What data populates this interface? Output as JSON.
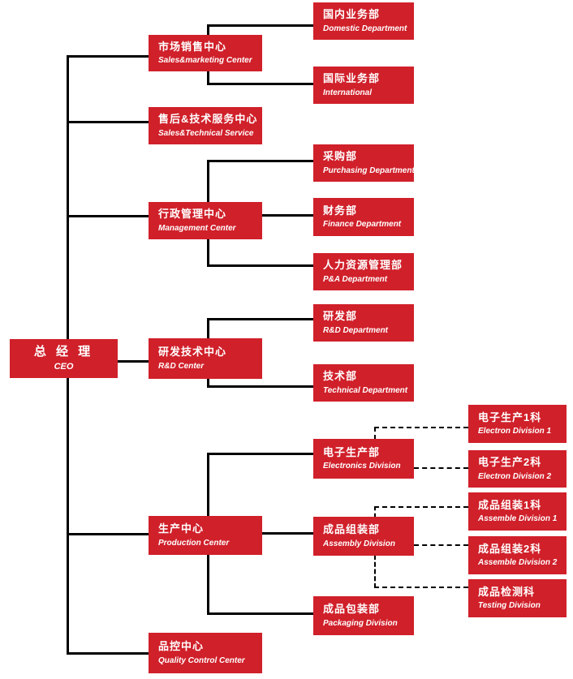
{
  "diagram_type": "org-chart",
  "colors": {
    "node_background": "#d0202a",
    "node_text": "#ffffff",
    "connector_solid": "#000000",
    "connector_dashed": "#000000",
    "page_background": "#ffffff"
  },
  "nodes": {
    "ceo": {
      "zh": "总 经 理",
      "en": "CEO"
    },
    "sales_center": {
      "zh": "市场销售中心",
      "en": "Sales&marketing Center"
    },
    "after_sales": {
      "zh": "售后&技术服务中心",
      "en": "Sales&Technical Service"
    },
    "management": {
      "zh": "行政管理中心",
      "en": "Management Center"
    },
    "rd_center": {
      "zh": "研发技术中心",
      "en": "R&D Center"
    },
    "production": {
      "zh": "生产中心",
      "en": "Production Center"
    },
    "quality": {
      "zh": "品控中心",
      "en": "Quality Control Center"
    },
    "domestic": {
      "zh": "国内业务部",
      "en": "Domestic Department"
    },
    "international": {
      "zh": "国际业务部",
      "en": "International"
    },
    "purchasing": {
      "zh": "采购部",
      "en": "Purchasing Department"
    },
    "finance": {
      "zh": "财务部",
      "en": "Finance Department"
    },
    "hr": {
      "zh": "人力资源管理部",
      "en": "P&A Department"
    },
    "rd_dept": {
      "zh": "研发部",
      "en": "R&D Department"
    },
    "technical": {
      "zh": "技术部",
      "en": "Technical Department"
    },
    "electronics": {
      "zh": "电子生产部",
      "en": "Electronics Division"
    },
    "assembly": {
      "zh": "成品组装部",
      "en": "Assembly Division"
    },
    "packaging": {
      "zh": "成品包装部",
      "en": "Packaging Division"
    },
    "electron1": {
      "zh": "电子生产1科",
      "en": "Electron Division 1"
    },
    "electron2": {
      "zh": "电子生产2科",
      "en": "Electron Division 2"
    },
    "assemble1": {
      "zh": "成品组装1科",
      "en": "Assemble Division 1"
    },
    "assemble2": {
      "zh": "成品组装2科",
      "en": "Assemble Division 2"
    },
    "testing": {
      "zh": "成品检测科",
      "en": "Testing Division"
    }
  },
  "hierarchy": {
    "ceo": [
      "sales_center",
      "after_sales",
      "management",
      "rd_center",
      "production",
      "quality"
    ],
    "sales_center": [
      "domestic",
      "international"
    ],
    "management": [
      "purchasing",
      "finance",
      "hr"
    ],
    "rd_center": [
      "rd_dept",
      "technical"
    ],
    "production": [
      "electronics",
      "assembly",
      "packaging"
    ],
    "electronics": [
      "electron1",
      "electron2"
    ],
    "assembly": [
      "assemble1",
      "assemble2",
      "testing"
    ]
  },
  "line_styles": {
    "levels_1_to_3": "solid",
    "level_4_links": "dashed"
  }
}
